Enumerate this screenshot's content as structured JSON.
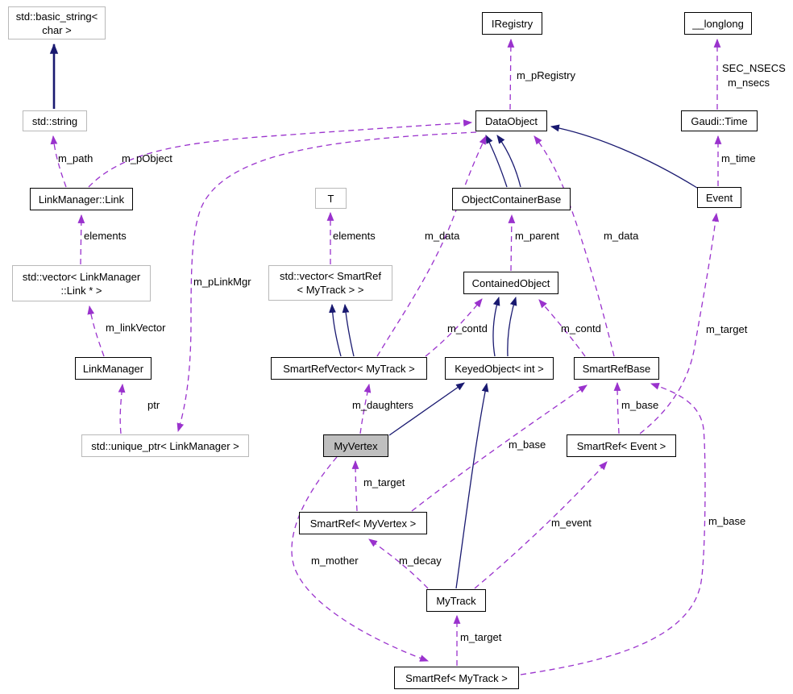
{
  "diagram": {
    "kind": "doxygen-collaboration-graph",
    "background": "#ffffff",
    "colors": {
      "inheritance_edge": "#191970",
      "usage_edge": "#9a32cd",
      "node_border": "#000000",
      "external_node_border": "#b9b9b9",
      "highlighted_node_fill": "#bfbfbf",
      "node_fill": "#ffffff",
      "text": "#000000"
    },
    "nodes": {
      "basic_string": {
        "label": "std::basic_string<\nchar >",
        "kind": "external"
      },
      "std_string": {
        "label": "std::string",
        "kind": "external"
      },
      "iregistry": {
        "label": "IRegistry",
        "kind": "class"
      },
      "dataobject": {
        "label": "DataObject",
        "kind": "class"
      },
      "longlong": {
        "label": "__longlong",
        "kind": "class"
      },
      "gaudi_time": {
        "label": "Gaudi::Time",
        "kind": "class"
      },
      "event": {
        "label": "Event",
        "kind": "class"
      },
      "linkmanager_link": {
        "label": "LinkManager::Link",
        "kind": "class"
      },
      "vector_link": {
        "label": "std::vector< LinkManager\n::Link * >",
        "kind": "external"
      },
      "linkmanager": {
        "label": "LinkManager",
        "kind": "class"
      },
      "unique_ptr": {
        "label": "std::unique_ptr< LinkManager >",
        "kind": "external"
      },
      "t": {
        "label": "T",
        "kind": "external"
      },
      "vector_smartref": {
        "label": "std::vector< SmartRef\n< MyTrack > >",
        "kind": "external"
      },
      "objectcontainerbase": {
        "label": "ObjectContainerBase",
        "kind": "class"
      },
      "containedobject": {
        "label": "ContainedObject",
        "kind": "class"
      },
      "smartrefvector": {
        "label": "SmartRefVector< MyTrack >",
        "kind": "class"
      },
      "keyedobject": {
        "label": "KeyedObject< int >",
        "kind": "class"
      },
      "smartrefbase": {
        "label": "SmartRefBase",
        "kind": "class"
      },
      "myvertex": {
        "label": "MyVertex",
        "kind": "highlighted"
      },
      "smartref_event": {
        "label": "SmartRef< Event >",
        "kind": "class"
      },
      "smartref_myvertex": {
        "label": "SmartRef< MyVertex >",
        "kind": "class"
      },
      "mytrack": {
        "label": "MyTrack",
        "kind": "class"
      },
      "smartref_mytrack": {
        "label": "SmartRef< MyTrack >",
        "kind": "class"
      }
    },
    "edge_labels": {
      "m_pRegistry": {
        "text": "m_pRegistry"
      },
      "sec_nsecs": {
        "text": "SEC_NSECS"
      },
      "m_nsecs": {
        "text": "m_nsecs"
      },
      "m_time": {
        "text": "m_time"
      },
      "m_path": {
        "text": "m_path"
      },
      "m_pObject": {
        "text": "m_pObject"
      },
      "elements_link": {
        "text": "elements"
      },
      "m_pLinkMgr": {
        "text": "m_pLinkMgr"
      },
      "m_linkVector": {
        "text": "m_linkVector"
      },
      "ptr": {
        "text": "ptr"
      },
      "elements_track": {
        "text": "elements"
      },
      "m_data_vector": {
        "text": "m_data"
      },
      "m_parent": {
        "text": "m_parent"
      },
      "m_data_base": {
        "text": "m_data"
      },
      "m_contd_vector": {
        "text": "m_contd"
      },
      "m_contd_base": {
        "text": "m_contd"
      },
      "m_target_event": {
        "text": "m_target"
      },
      "m_daughters": {
        "text": "m_daughters"
      },
      "m_base_event": {
        "text": "m_base"
      },
      "m_base_vertex": {
        "text": "m_base"
      },
      "m_target_vertex": {
        "text": "m_target"
      },
      "m_mother": {
        "text": "m_mother"
      },
      "m_decay": {
        "text": "m_decay"
      },
      "m_event": {
        "text": "m_event"
      },
      "m_base_track": {
        "text": "m_base"
      },
      "m_target_track": {
        "text": "m_target"
      }
    },
    "edges": [
      {
        "from": "std_string",
        "to": "basic_string",
        "type": "inheritance"
      },
      {
        "from": "event",
        "to": "dataobject",
        "type": "inheritance"
      },
      {
        "from": "objectcontainerbase",
        "to": "dataobject",
        "type": "inheritance"
      },
      {
        "from": "keyedobject",
        "to": "containedobject",
        "type": "inheritance"
      },
      {
        "from": "smartrefvector",
        "to": "vector_smartref",
        "type": "inheritance"
      },
      {
        "from": "myvertex",
        "to": "keyedobject",
        "type": "inheritance"
      },
      {
        "from": "mytrack",
        "to": "keyedobject",
        "type": "inheritance"
      },
      {
        "from": "dataobject",
        "to": "iregistry",
        "type": "usage",
        "label": "m_pRegistry"
      },
      {
        "from": "gaudi_time",
        "to": "longlong",
        "type": "usage",
        "label": "SEC_NSECS m_nsecs"
      },
      {
        "from": "event",
        "to": "gaudi_time",
        "type": "usage",
        "label": "m_time"
      },
      {
        "from": "linkmanager_link",
        "to": "std_string",
        "type": "usage",
        "label": "m_path"
      },
      {
        "from": "linkmanager_link",
        "to": "dataobject",
        "type": "usage",
        "label": "m_pObject"
      },
      {
        "from": "vector_link",
        "to": "linkmanager_link",
        "type": "usage",
        "label": "elements"
      },
      {
        "from": "dataobject",
        "to": "unique_ptr",
        "type": "usage",
        "label": "m_pLinkMgr"
      },
      {
        "from": "linkmanager",
        "to": "vector_link",
        "type": "usage",
        "label": "m_linkVector"
      },
      {
        "from": "unique_ptr",
        "to": "linkmanager",
        "type": "usage",
        "label": "ptr"
      },
      {
        "from": "vector_smartref",
        "to": "t",
        "type": "usage",
        "label": "elements"
      },
      {
        "from": "smartrefvector",
        "to": "dataobject",
        "type": "usage",
        "label": "m_data"
      },
      {
        "from": "containedobject",
        "to": "objectcontainerbase",
        "type": "usage",
        "label": "m_parent"
      },
      {
        "from": "smartrefbase",
        "to": "dataobject",
        "type": "usage",
        "label": "m_data"
      },
      {
        "from": "smartrefvector",
        "to": "containedobject",
        "type": "usage",
        "label": "m_contd"
      },
      {
        "from": "smartrefbase",
        "to": "containedobject",
        "type": "usage",
        "label": "m_contd"
      },
      {
        "from": "smartref_event",
        "to": "event",
        "type": "usage",
        "label": "m_target"
      },
      {
        "from": "myvertex",
        "to": "smartrefvector",
        "type": "usage",
        "label": "m_daughters"
      },
      {
        "from": "smartref_event",
        "to": "smartrefbase",
        "type": "usage",
        "label": "m_base"
      },
      {
        "from": "smartref_myvertex",
        "to": "smartrefbase",
        "type": "usage",
        "label": "m_base"
      },
      {
        "from": "smartref_mytrack",
        "to": "smartrefbase",
        "type": "usage",
        "label": "m_base"
      },
      {
        "from": "smartref_myvertex",
        "to": "myvertex",
        "type": "usage",
        "label": "m_target"
      },
      {
        "from": "myvertex",
        "to": "smartref_mytrack",
        "type": "usage",
        "label": "m_mother"
      },
      {
        "from": "mytrack",
        "to": "smartref_myvertex",
        "type": "usage",
        "label": "m_decay"
      },
      {
        "from": "mytrack",
        "to": "smartref_event",
        "type": "usage",
        "label": "m_event"
      },
      {
        "from": "smartref_mytrack",
        "to": "mytrack",
        "type": "usage",
        "label": "m_target"
      }
    ]
  }
}
